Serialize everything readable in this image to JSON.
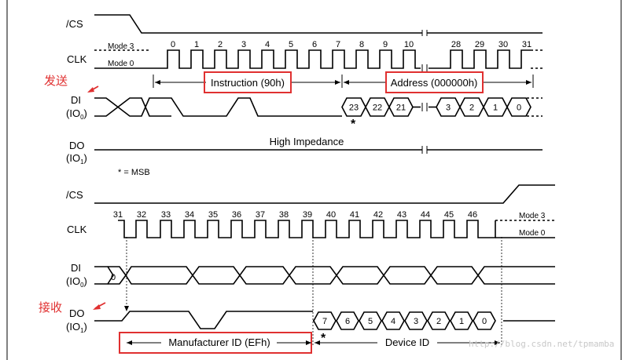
{
  "top": {
    "cs_label": "/CS",
    "clk_label": "CLK",
    "mode3": "Mode 3",
    "mode0": "Mode 0",
    "clock_numbers": [
      "0",
      "1",
      "2",
      "3",
      "4",
      "5",
      "6",
      "7",
      "8",
      "9",
      "10",
      "28",
      "29",
      "30",
      "31"
    ],
    "di_label": "DI",
    "di_sub_pre": "(IO",
    "di_sub_idx": "0",
    "di_sub_post": ")",
    "do_label": "DO",
    "do_sub_pre": "(IO",
    "do_sub_idx": "1",
    "do_sub_post": ")",
    "instruction": "Instruction (90h)",
    "address": "Address (000000h)",
    "addr_bits": [
      "23",
      "22",
      "21",
      "3",
      "2",
      "1",
      "0"
    ],
    "high_impedance": "High Impedance",
    "asterisk": "*",
    "msb_note": "* = MSB"
  },
  "bottom": {
    "cs_label": "/CS",
    "clk_label": "CLK",
    "mode3": "Mode 3",
    "mode0": "Mode 0",
    "clock_numbers": [
      "31",
      "32",
      "33",
      "34",
      "35",
      "36",
      "37",
      "38",
      "39",
      "40",
      "41",
      "42",
      "43",
      "44",
      "45",
      "46"
    ],
    "di_label": "DI",
    "di_sub_pre": "(IO",
    "di_sub_idx": "0",
    "di_sub_post": ")",
    "di_first_bit": "0",
    "do_label": "DO",
    "do_sub_pre": "(IO",
    "do_sub_idx": "1",
    "do_sub_post": ")",
    "data_bits": [
      "7",
      "6",
      "5",
      "4",
      "3",
      "2",
      "1",
      "0"
    ],
    "manufacturer": "Manufacturer ID (EFh)",
    "device": "Device ID",
    "asterisk": "*"
  },
  "annotations": {
    "send": "发送",
    "receive": "接收"
  },
  "watermark": "http://blog.csdn.net/tpmamba",
  "colors": {
    "highlight": "#e03030",
    "ink": "#000000"
  }
}
